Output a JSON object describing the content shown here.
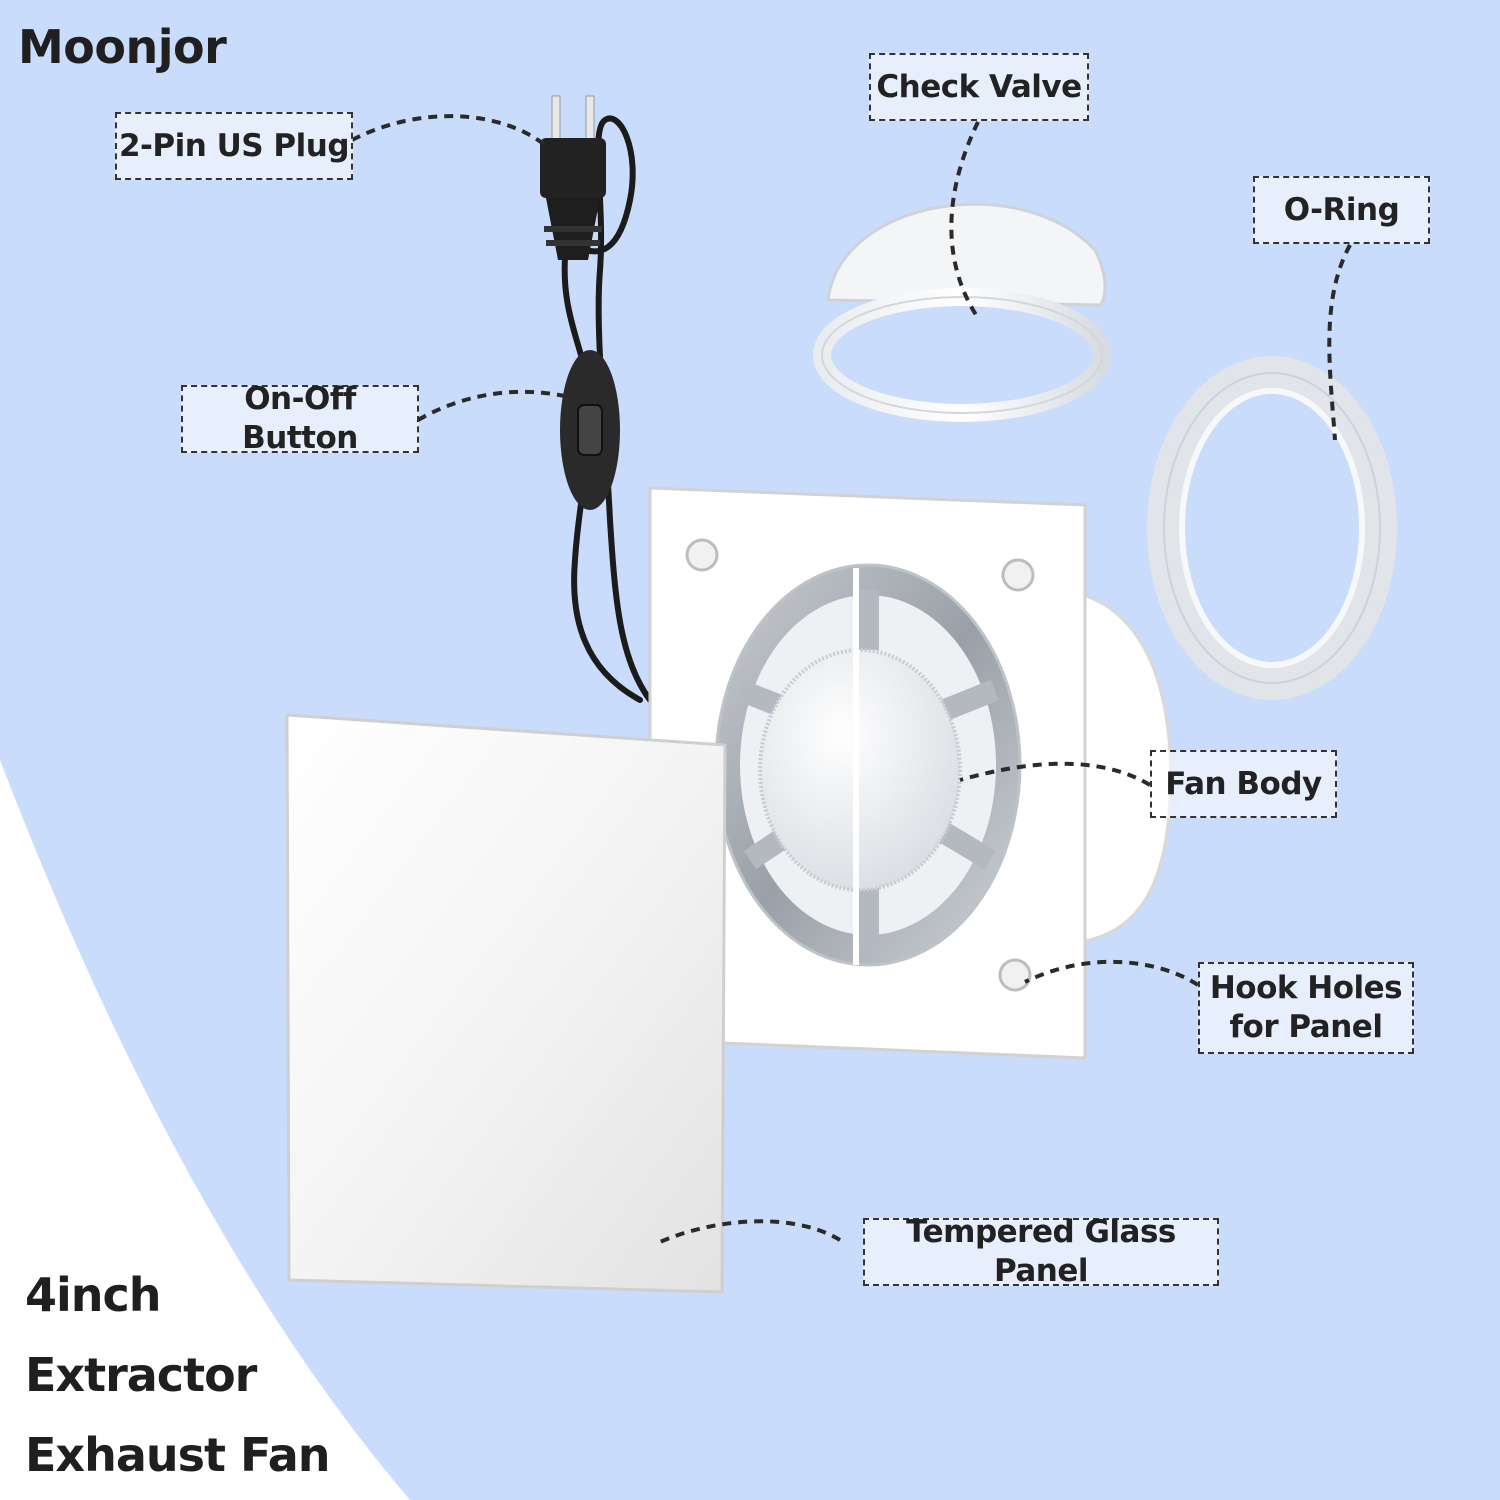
{
  "brand": "Moonjor",
  "callouts": {
    "plug": "2-Pin US Plug",
    "check_valve": "Check Valve",
    "o_ring": "O-Ring",
    "on_off": "On-Off Button",
    "fan_body": "Fan Body",
    "hook_holes_line1": "Hook Holes",
    "hook_holes_line2": "for Panel",
    "glass_panel": "Tempered Glass Panel"
  },
  "title": {
    "line1": "4inch",
    "line2": "Extractor",
    "line3": "Exhaust Fan"
  },
  "colors": {
    "background": "#c9dcfb",
    "lower_left_panel": "#ffffff",
    "text": "#1f1f1f"
  }
}
